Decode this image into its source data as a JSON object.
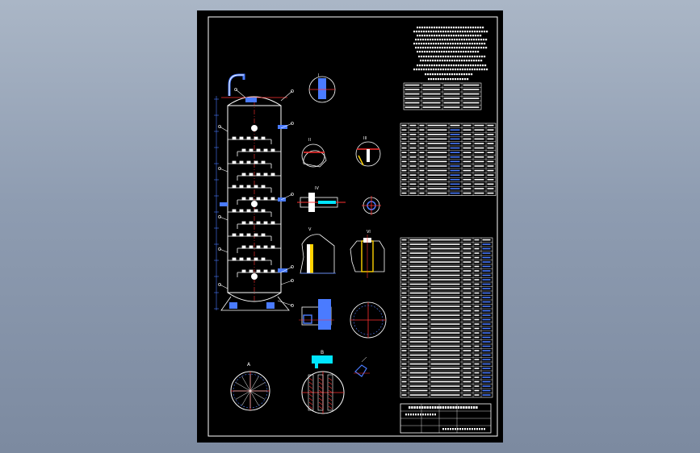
{
  "drawing": {
    "labels": {
      "view_a": "A",
      "view_b": "B",
      "detail_1": "I",
      "detail_2": "II",
      "detail_3": "III",
      "detail_4": "IV",
      "detail_5": "V",
      "detail_6": "VI"
    },
    "colors": {
      "background": "#000000",
      "outline": "#ffffff",
      "dimension": "#4a7bff",
      "highlight": "#ff3030",
      "section": "#00e5ff",
      "weld": "#ffd200"
    }
  }
}
